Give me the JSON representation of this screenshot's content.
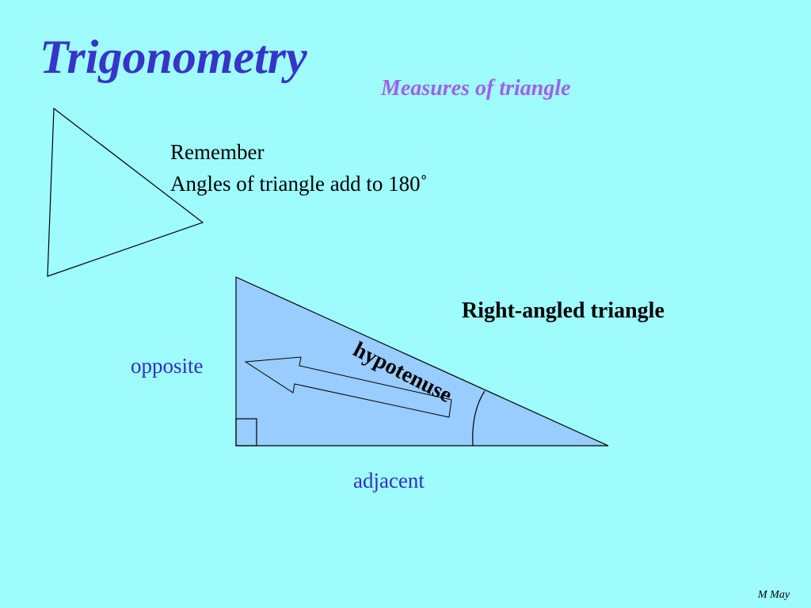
{
  "slide": {
    "title": "Trigonometry",
    "subtitle": "Measures of triangle",
    "remember_line1": "Remember",
    "remember_line2": "Angles of triangle add to 180˚",
    "right_triangle_heading": "Right-angled triangle",
    "labels": {
      "hypotenuse": "hypotenuse",
      "opposite": "opposite",
      "adjacent": "adjacent"
    },
    "author": "M May"
  },
  "colors": {
    "background": "#9ffcfd",
    "title": "#3535c8",
    "subtitle": "#a060e8",
    "triangle_fill": "#99ccff",
    "side_labels": "#3030c0"
  }
}
